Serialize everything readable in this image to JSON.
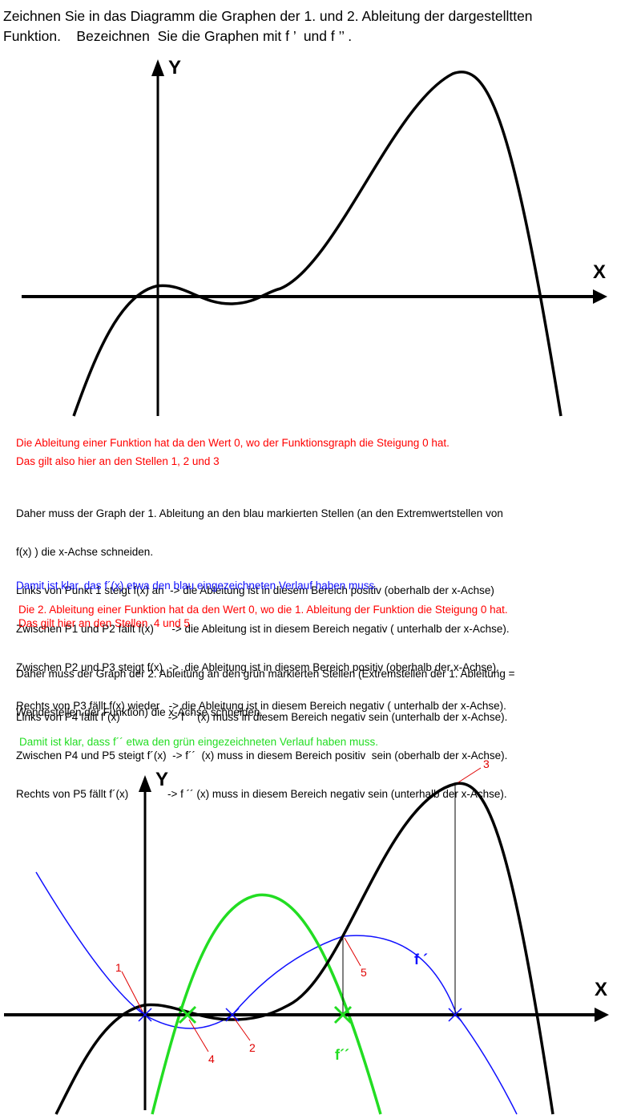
{
  "task": {
    "line1": "Zeichnen Sie in das Diagramm die Graphen der 1. und 2. Ableitung der dargestelltten",
    "line2": "Funktion.    Bezeichnen  Sie die Graphen mit f ’  und f ’’ ."
  },
  "axes": {
    "x": "X",
    "y": "Y"
  },
  "text": {
    "red1": "Die Ableitung einer Funktion hat da den Wert 0, wo der Funktionsgraph die Steigung 0 hat.",
    "red2": "Das gilt also hier an den Stellen 1, 2 und 3",
    "para1": [
      "Daher muss der Graph der 1. Ableitung an den blau markierten Stellen (an den Extremwertstellen von",
      "f(x) ) die x-Achse schneiden.",
      "Links von Punkt 1 steigt f(x) an  -> die Ableitung ist in diesem Bereich positiv (oberhalb der x-Achse)",
      "Zwischen P1 und P2 fällt f(x)      -> die Ableitung ist in diesem Bereich negativ ( unterhalb der x-Achse).",
      "Zwischen P2 und P3 steigt f(x)  ->  die Ableitung ist in diesem Bereich positiv (oberhalb der x-Achse).",
      "Rechts von P3 fällt f(x) wieder   -> die Ableitung ist in diesem Bereich negativ ( unterhalb der x-Achse)."
    ],
    "blue1": "Damit ist klar, das f´(x) etwa den blau eingezeichneten Verlauf haben muss.",
    "red3": "Die 2. Ableitung einer Funktion hat da den Wert 0, wo die 1. Ableitung der Funktion die Steigung 0 hat.",
    "red4": "Das gilt hier an den Stellen  4 und 5",
    "para2": [
      "Daher muss der Graph der 2. Ableitung an den grün markierten Stellen (Extremstellen der 1. Ableitung =",
      "Wendestellen der Funktion) die x-Achse schneiden."
    ],
    "para3": [
      "Links von P4 fällt f´(x)                -> f ´´ (x) muss in diesem Bereich negativ sein (unterhalb der x-Achse).",
      "Zwischen P4 und P5 steigt f´(x)  -> f´´  (x) muss in diesem Bereich positiv  sein (oberhalb der x-Achse).",
      "Rechts von P5 fällt f´(x)             -> f ´´ (x) muss in diesem Bereich negativ sein (unterhalb der x-Achse)."
    ],
    "green1": "Damit ist klar, dass f´´ etwa den grün eingezeichneten Verlauf haben muss."
  },
  "annotations": {
    "p1": "1",
    "p2": "2",
    "p3": "3",
    "p4": "4",
    "p5": "5",
    "fprime": "f ´",
    "fsecond": "f´´"
  },
  "colors": {
    "function": "#000000",
    "first_derivative": "#1010ff",
    "second_derivative": "#22dd22",
    "annotation": "#e00000"
  }
}
